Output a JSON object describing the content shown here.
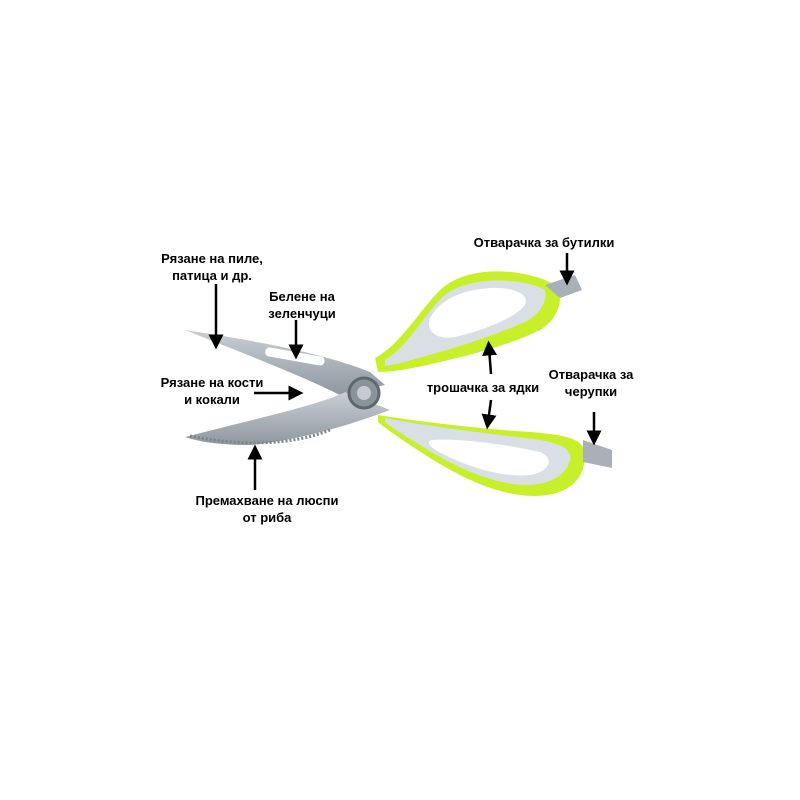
{
  "labels": {
    "poultry": [
      "Рязане на пиле,",
      "патица и др."
    ],
    "peeling": [
      "Белене на",
      "зеленчуци"
    ],
    "bones": [
      "Рязане на кости",
      "и кокали"
    ],
    "fish_scales": [
      "Премахване на люспи",
      "от риба"
    ],
    "bottle_opener": "Отварачка за бутилки",
    "nutcracker": "трошачка за ядки",
    "shell_opener": [
      "Отварачка за",
      "черупки"
    ]
  },
  "colors": {
    "handle_accent": "#c8f02a",
    "handle_grey": "#d9dfe4",
    "blade": "#a9b0b8"
  }
}
